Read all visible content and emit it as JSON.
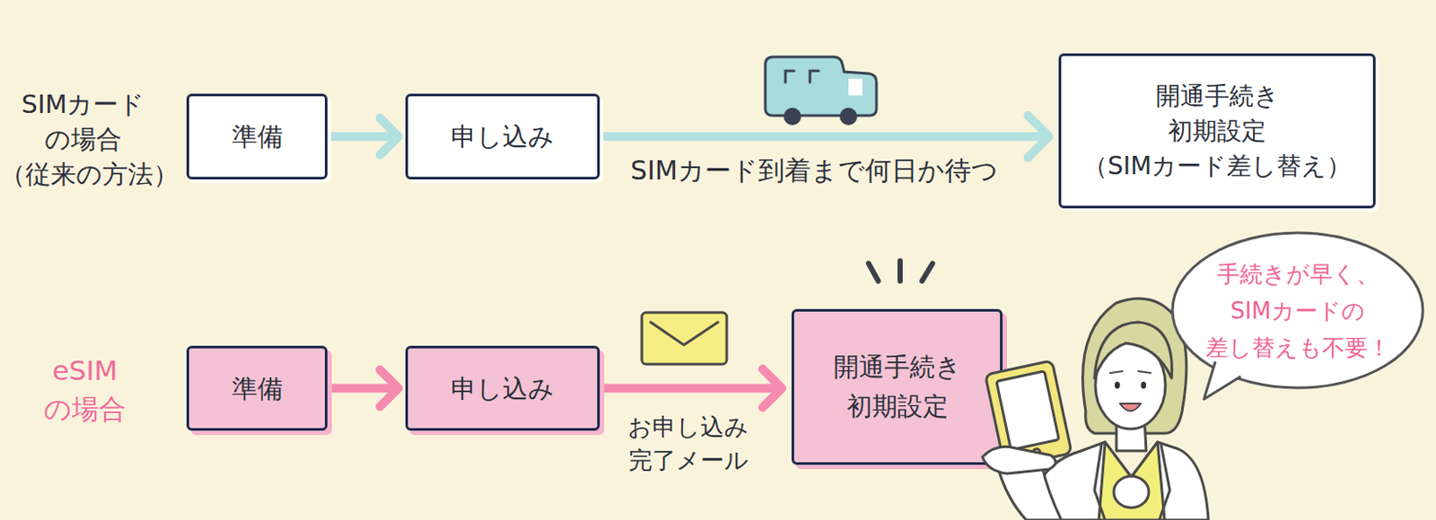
{
  "diagram": {
    "nodes": [
      {
        "text": [
          "準備"
        ]
      },
      {
        "text": [
          "申し込み"
        ]
      },
      {
        "text": [
          "開通手続き 初期設定 （SIMカード差し替え）"
        ]
      },
      {
        "text": [
          "準備"
        ]
      },
      {
        "text": [
          "申し込み"
        ]
      },
      {
        "text": [
          "開通手続き 初期設定"
        ]
      },
      {
        "text": [
          "手続きが早く、 SIMカードの 差し替えも不要！"
        ]
      }
    ],
    "edges": [
      {
        "from": 0,
        "to": 1,
        "arrow": "to"
      },
      {
        "from": 1,
        "to": 2,
        "label": "SIMカード到着まで何日か待つ",
        "arrow": "to"
      },
      {
        "from": 3,
        "to": 4,
        "arrow": "to"
      },
      {
        "from": 4,
        "to": 5,
        "label": "お申し込み 完了メール",
        "arrow": "to"
      }
    ],
    "labels": [
      "SIMカード の場合 （従来の方法）",
      "eSIM の場合"
    ]
  }
}
